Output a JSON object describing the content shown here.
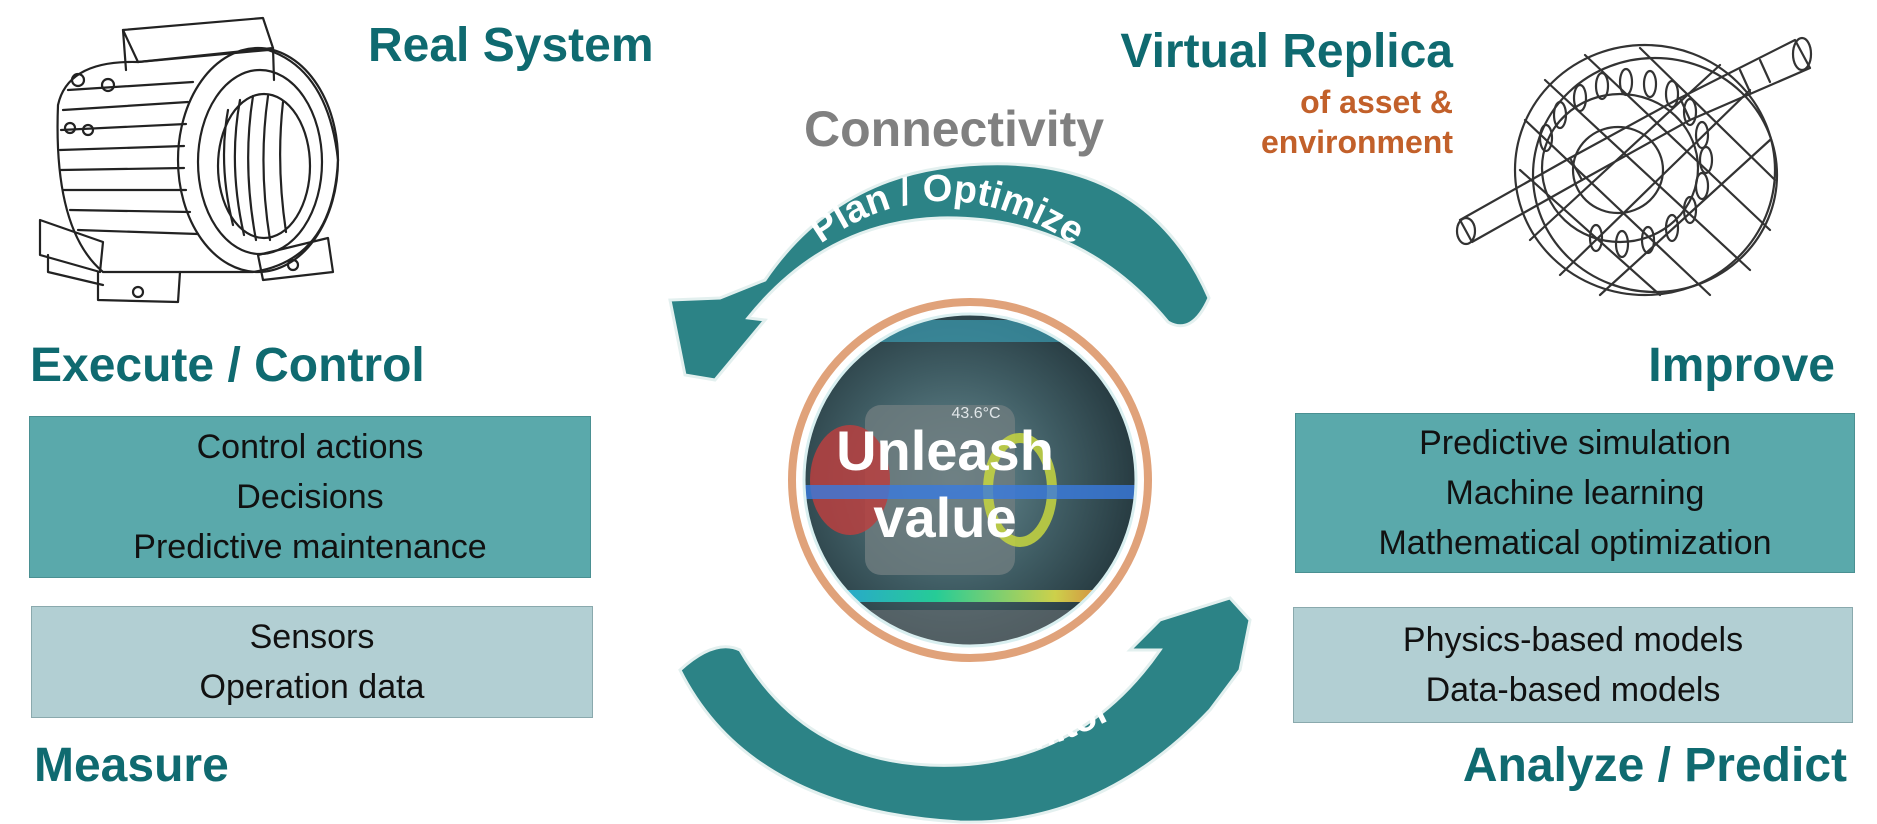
{
  "left": {
    "title": "Real System",
    "execute_heading": "Execute / Control",
    "measure_heading": "Measure",
    "control_box": [
      "Control actions",
      "Decisions",
      "Predictive maintenance"
    ],
    "sensor_box": [
      "Sensors",
      "Operation data"
    ]
  },
  "right": {
    "title": "Virtual Replica",
    "subtitle_line1": "of asset &",
    "subtitle_line2": "environment",
    "improve_heading": "Improve",
    "analyze_heading": "Analyze / Predict",
    "improve_box": [
      "Predictive simulation",
      "Machine learning",
      "Mathematical optimization"
    ],
    "model_box": [
      "Physics-based models",
      "Data-based models"
    ]
  },
  "center": {
    "connectivity": "Connectivity",
    "top_arrow_label": "Plan / Optimize",
    "bottom_arrow_label": "Perceive / Monitor",
    "circle_line1": "Unleash",
    "circle_line2": "value",
    "temperature": "43.6°C"
  },
  "colors": {
    "teal_text": "#0f6a70",
    "arrow": "#2c8386",
    "box_dark": "#5aa9ab",
    "box_light": "#b2cfd3",
    "accent_orange": "#c2602a",
    "ring": "#e0a27a"
  },
  "icons": {
    "left_illustration": "motor-housing-sketch-icon",
    "right_illustration": "rotor-stator-sketch-icon"
  }
}
